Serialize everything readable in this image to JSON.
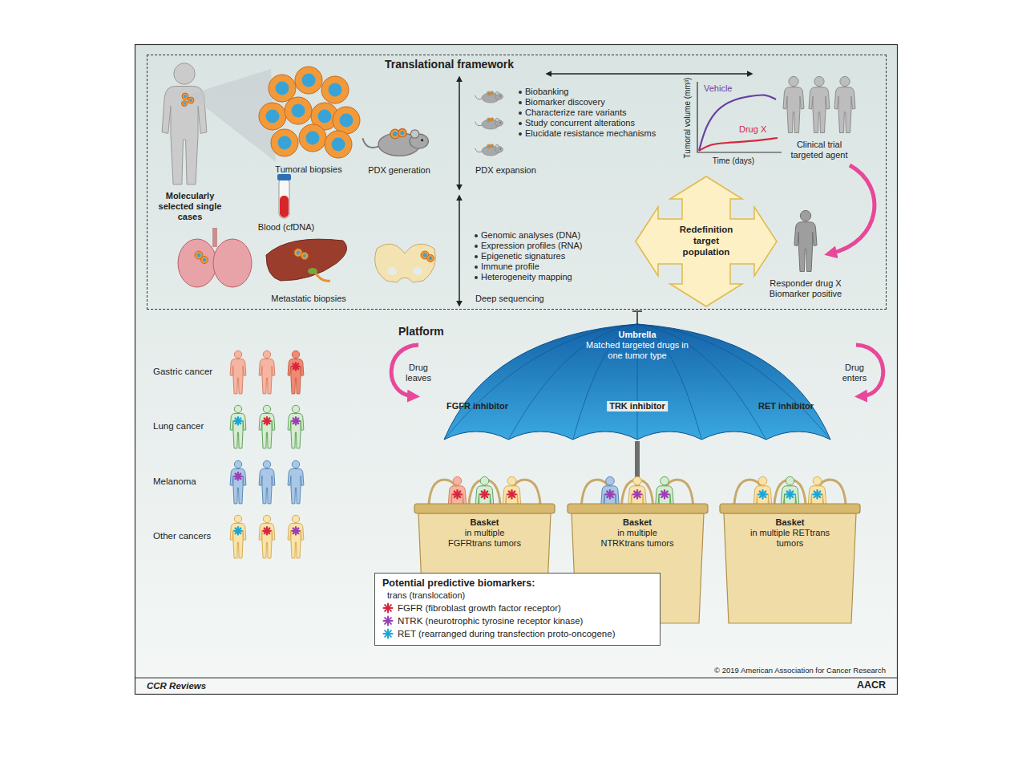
{
  "diagram": {
    "nodes": [
      {
        "text": [
          "Translational framework"
        ]
      },
      {
        "text": [
          "Redefinition target population"
        ],
        "in": 0
      },
      {
        "text": [
          "Umbrella",
          "Matched targeted drugs in one tumor type"
        ]
      },
      {
        "text": [
          "Basket",
          "in multiple FGFRtrans tumors"
        ]
      },
      {
        "text": [
          "Basket",
          "in multiple NTRKtrans tumors"
        ]
      },
      {
        "text": [
          "Basket",
          "in multiple RETtrans tumors"
        ]
      },
      {
        "text": [
          "Potential predictive biomarkers:",
          "trans (translocation)"
        ]
      }
    ],
    "edges": [
      {
        "from": 2,
        "to": 4,
        "arrow": "none"
      }
    ],
    "labels": [
      "Molecularly selected single cases",
      "Tumoral biopsies",
      "PDX generation",
      "Blood (cfDNA)",
      "Metastatic biopsies",
      "Biobanking",
      "Biomarker discovery",
      "Characterize rare variants",
      "Study concurrent alterations",
      "Elucidate resistance mechanisms",
      "PDX expansion",
      "Genomic analyses (DNA)",
      "Expression profiles (RNA)",
      "Epigenetic signatures",
      "Immune profile",
      "Heterogeneity mapping",
      "Deep sequencing",
      "Vehicle",
      "Drug X",
      "Tumoral volume (mm³)",
      "Time (days)",
      "Clinical trial targeted agent",
      "Responder drug X Biomarker positive",
      "Platform",
      "Drug leaves",
      "Drug enters",
      "FGFR inhibitor",
      "TRK inhibitor",
      "RET inhibitor",
      "Gastric cancer",
      "Lung cancer",
      "Melanoma",
      "Other cancers",
      "© 2019 American Association for Cancer Research",
      "CCR Reviews",
      "AACR"
    ],
    "legend": [
      {
        "text": "FGFR (fibroblast growth factor receptor)",
        "color": "#d7263d"
      },
      {
        "text": "NTRK (neurotrophic tyrosine receptor kinase)",
        "color": "#9b3fb5"
      },
      {
        "text": "RET (rearranged during transfection proto-oncogene)",
        "color": "#1aa7d8"
      }
    ]
  }
}
